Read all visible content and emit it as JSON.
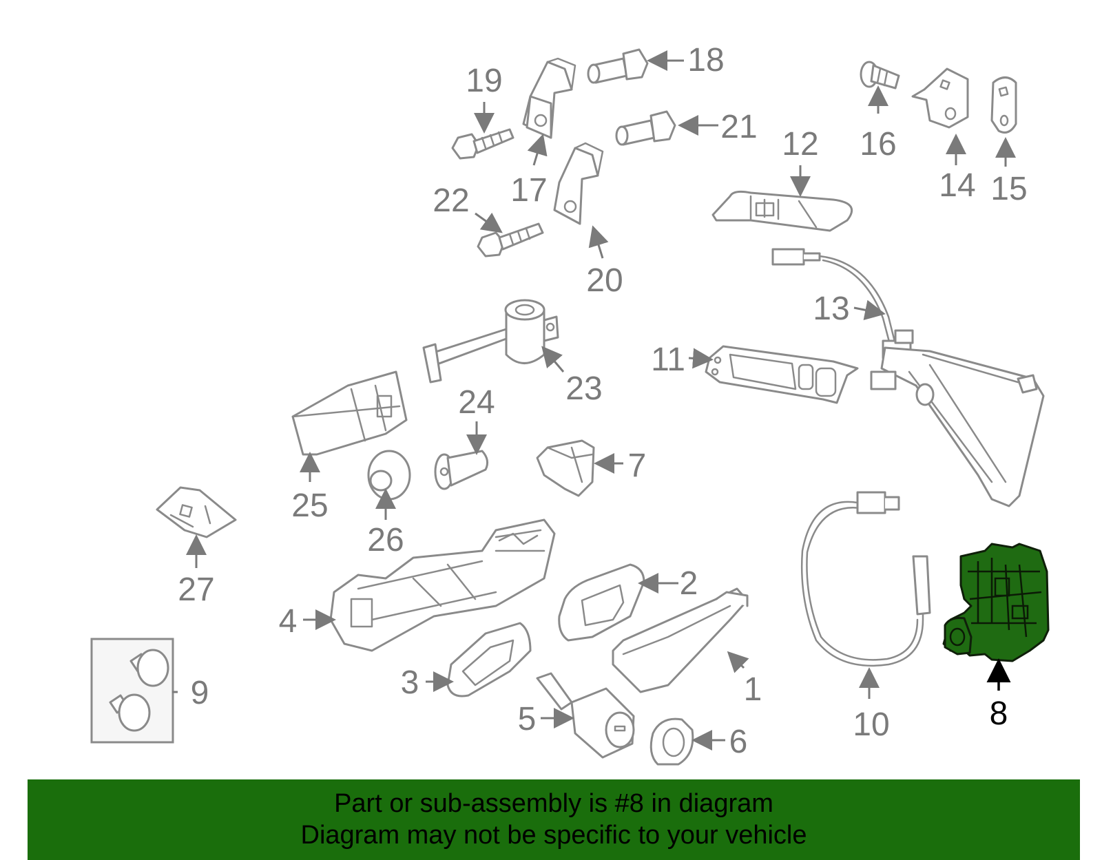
{
  "diagram": {
    "highlighted_part": "8",
    "highlight_color": "#1f6b12",
    "callouts": [
      "1",
      "2",
      "3",
      "4",
      "5",
      "6",
      "7",
      "8",
      "9",
      "10",
      "11",
      "12",
      "13",
      "14",
      "15",
      "16",
      "17",
      "18",
      "19",
      "20",
      "21",
      "22",
      "23",
      "24",
      "25",
      "26",
      "27"
    ]
  },
  "banner": {
    "line1": "Part or sub-assembly is #8 in diagram",
    "line2": "Diagram may not be specific to your vehicle",
    "background": "#1a6e0c"
  }
}
